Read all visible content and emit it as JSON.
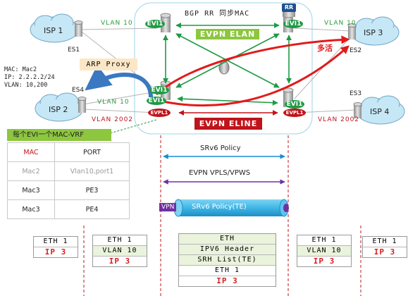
{
  "header": {
    "bgp_rr_sync": "BGP RR 同步MAC",
    "rr_badge": "RR"
  },
  "banners": {
    "evpn_elan": "EVPN ELAN",
    "evpn_eline": "EVPN ELINE"
  },
  "isps": [
    {
      "label": "ISP 1"
    },
    {
      "label": "ISP 2"
    },
    {
      "label": "ISP 3"
    },
    {
      "label": "ISP 4"
    }
  ],
  "esi": {
    "es1": "ES1",
    "es4": "ES4",
    "es2": "ES2",
    "es3": "ES3"
  },
  "vlans": {
    "left_top": "VLAN 10",
    "left_mid": "VLAN 10",
    "left_bot": "VLAN 2002",
    "right_top": "VLAN 10",
    "right_bot": "VLAN 2002"
  },
  "evi_nodes": {
    "evi": "EVI1",
    "evpl": "EVPL1"
  },
  "multi_active": "多活",
  "arp_proxy": "ARP Proxy",
  "mac_info": {
    "mac": "MAC: Mac2",
    "ip": "IP: 2.2.2.2/24",
    "vlan": "VLAN: 10,200"
  },
  "vrf": {
    "title": "每个EVI一个MAC-VRF",
    "header": [
      "MAC",
      "PORT"
    ],
    "rows": [
      [
        "Mac2",
        "Vlan10,port1"
      ],
      [
        "Mac3",
        "PE3"
      ],
      [
        "Mac3",
        "PE4"
      ]
    ]
  },
  "labels": {
    "srv6_policy": "SRv6 Policy",
    "evpn_vpls_vpws": "EVPN VPLS/VPWS",
    "vpn_tag": "VPN",
    "srv6_pipe": "SRv6 Policy(TE)"
  },
  "stacks": {
    "s1": [
      "ETH 1",
      "IP 3"
    ],
    "s2": [
      "ETH 1",
      "VLAN 10",
      "IP 3"
    ],
    "s3": [
      "ETH",
      "IPV6 Header",
      "SRH List(TE)",
      "ETH 1",
      "IP 3"
    ],
    "s4": [
      "ETH 1",
      "VLAN 10",
      "IP 3"
    ],
    "s5": [
      "ETH 1",
      "IP 3"
    ]
  },
  "colors": {
    "elan_green": "#8dc63f",
    "eline_red": "#c0141b",
    "evi_green": "#1f9a44",
    "pipe_blue": "#3eb6e6",
    "purple": "#7030a0",
    "cloud_blue": "#c6e7f5"
  }
}
